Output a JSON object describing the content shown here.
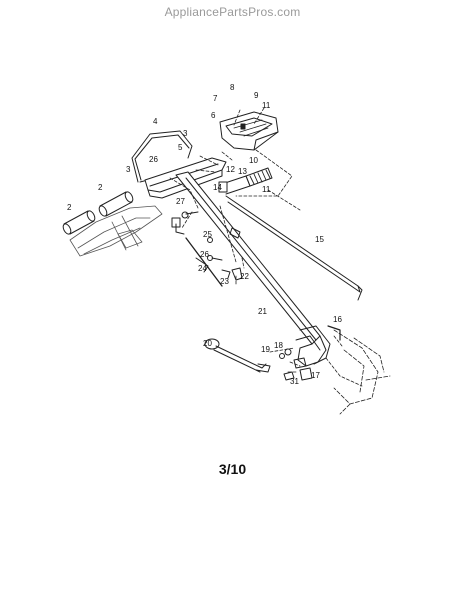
{
  "watermark": "AppliancePartsPros.com",
  "page_number": "3/10",
  "callouts": [
    "2",
    "2",
    "3",
    "3",
    "4",
    "5",
    "6",
    "7",
    "8",
    "9",
    "10",
    "11",
    "11",
    "12",
    "13",
    "14",
    "15",
    "16",
    "17",
    "18",
    "19",
    "20",
    "21",
    "22",
    "23",
    "24",
    "25",
    "26",
    "26",
    "27",
    "31"
  ]
}
